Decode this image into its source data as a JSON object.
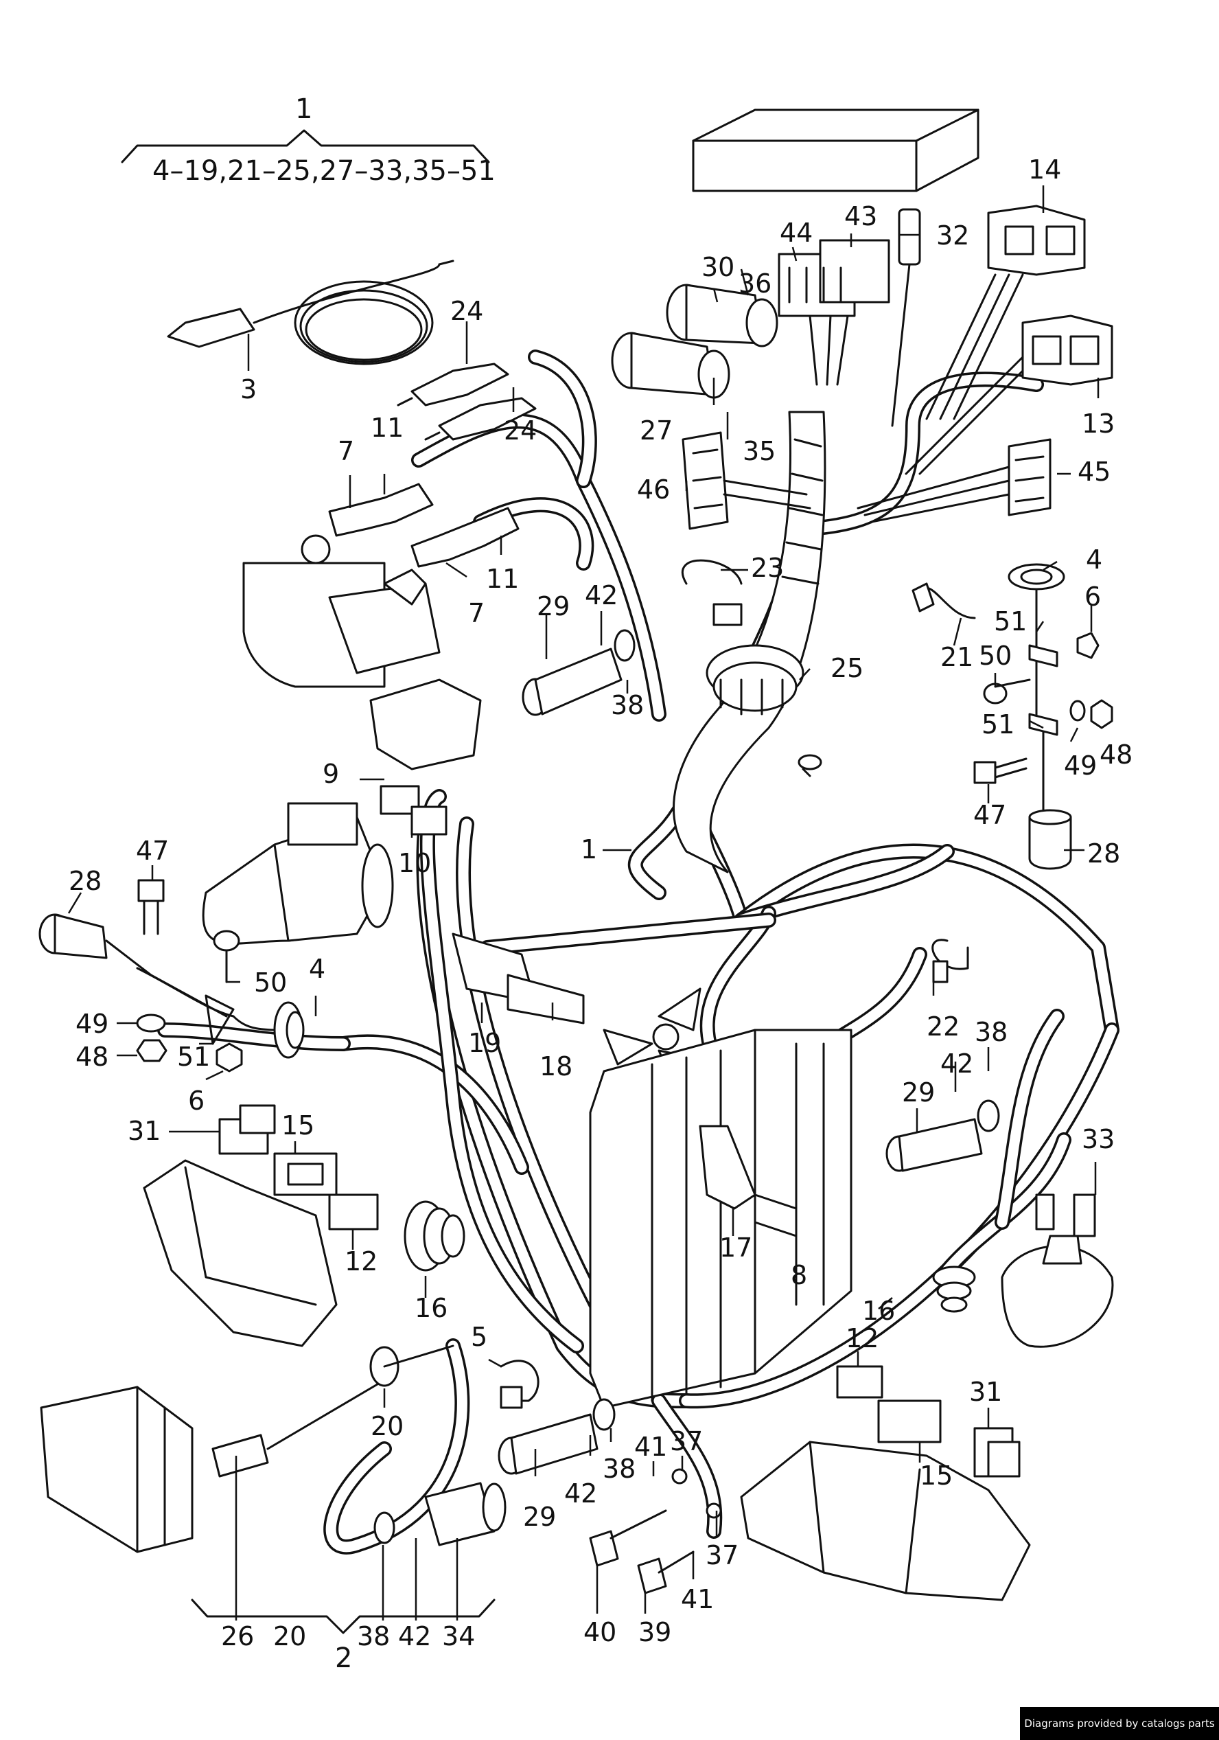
{
  "group_labels": {
    "top_number": "1",
    "top_range": "4–19,21–25,27–33,35–51",
    "bottom_number": "2"
  },
  "callouts": [
    "3",
    "24",
    "24",
    "11",
    "7",
    "11",
    "7",
    "29",
    "42",
    "38",
    "23",
    "25",
    "27",
    "35",
    "30",
    "36",
    "44",
    "43",
    "32",
    "14",
    "13",
    "45",
    "46",
    "4",
    "6",
    "21",
    "51",
    "50",
    "49",
    "48",
    "51",
    "47",
    "28",
    "9",
    "10",
    "1",
    "47",
    "28",
    "50",
    "4",
    "49",
    "48",
    "51",
    "6",
    "19",
    "18",
    "22",
    "38",
    "42",
    "29",
    "33",
    "31",
    "15",
    "12",
    "16",
    "17",
    "8",
    "16",
    "12",
    "31",
    "15",
    "5",
    "20",
    "29",
    "42",
    "38",
    "41",
    "37",
    "37",
    "41",
    "39",
    "40",
    "26",
    "20",
    "38",
    "42",
    "34"
  ],
  "footer": {
    "credit": "Diagrams provided by catalogs parts"
  }
}
